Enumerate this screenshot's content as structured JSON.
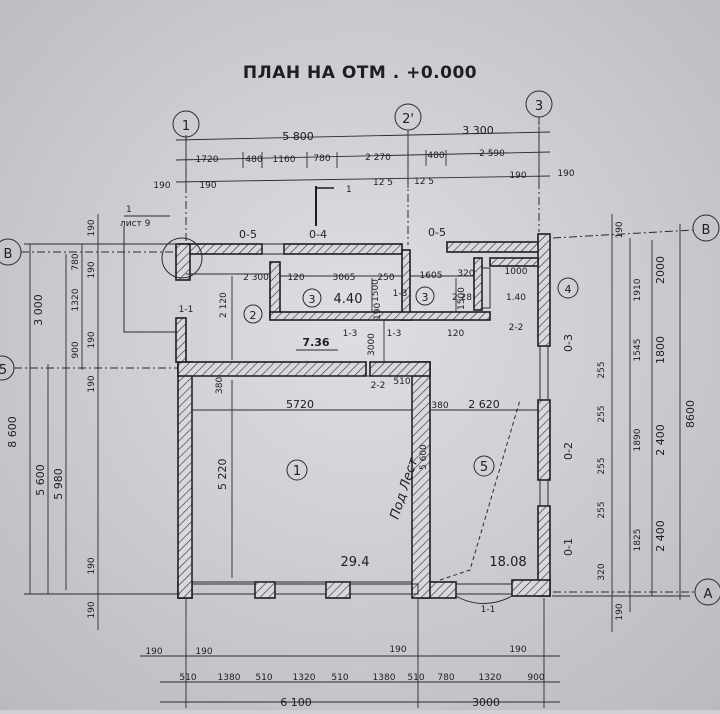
{
  "title": "ПЛАН НА ОТМ . +0.000",
  "axes": {
    "a1": "1",
    "a2": "2'",
    "a3": "3",
    "aB": "B",
    "aA": "A",
    "a5": "5"
  },
  "top_dims": {
    "overall_left": "5 800",
    "overall_right": "3 300",
    "d1": "1720",
    "d2": "480",
    "d3": "1160",
    "d4": "780",
    "d5": "2 270",
    "d6": "480",
    "d7": "2 590",
    "w190a": "190",
    "w190b": "190",
    "w125a": "12 5",
    "w125b": "12 5",
    "w190c": "190",
    "w190d": "190",
    "section": "1",
    "sheet_ref": "лист 9"
  },
  "rooms": {
    "r1": "1",
    "r1_area": "29.4",
    "r2": "2",
    "r3a": "3",
    "r3a_area": "4.40",
    "r3b": "3",
    "r3b_area": "2.28",
    "r4": "4",
    "r4_area": "1.40",
    "r5": "5",
    "r5_area": "18.08",
    "mark": "7.36"
  },
  "inner_dims": {
    "i2300": "2 300",
    "i120": "120",
    "i3065": "3065",
    "i250": "250",
    "i1605": "1605",
    "i320": "320",
    "i1000": "1000",
    "i2120": "2 120",
    "i1500": "1500",
    "i3000": "3000",
    "i190": "190",
    "i120b": "120",
    "i5720": "5720",
    "i2620": "2 620",
    "i5220": "5 220",
    "i5600": "5 600",
    "i380a": "380",
    "i380b": "380",
    "i510": "510"
  },
  "openings": {
    "o5a": "0-5",
    "o4": "0-4",
    "o5b": "0-5",
    "o3": "0-3",
    "o2": "0-2",
    "o1": "0-1",
    "s1a": "1-1",
    "s1b": "1-1",
    "s2a": "2-2",
    "s2b": "2-2",
    "s3a": "1-3",
    "s3b": "1-3",
    "s3c": "1-3"
  },
  "left_dims": {
    "l8600": "8 600",
    "l5600": "5 600",
    "l5980": "5 980",
    "l3000": "3 000",
    "l190a": "190",
    "l780": "780",
    "l190b": "190",
    "l1320": "1320",
    "l900": "900",
    "l190c": "190",
    "l190d": "190",
    "l190e": "190",
    "l190f": "190"
  },
  "right_dims": {
    "r8600": "8600",
    "r2000": "2000",
    "r1800": "1800",
    "r2400a": "2 400",
    "r2400b": "2 400",
    "r190a": "190",
    "r1910": "1910",
    "r1545": "1545",
    "r1890": "1890",
    "r1825": "1825",
    "r190b": "190",
    "r255a": "255",
    "r255b": "255",
    "r255c": "255",
    "r255d": "255",
    "r320": "320"
  },
  "bottom_dims": {
    "b190a": "190",
    "b190b": "190",
    "b190c": "190",
    "b190d": "190",
    "b510a": "510",
    "b1380a": "1380",
    "b510b": "510",
    "b1320a": "1320",
    "b510c": "510",
    "b1380b": "1380",
    "b510d": "510",
    "b780": "780",
    "b1320b": "1320",
    "b900": "900",
    "b6100": "6 100",
    "b3000": "3000"
  },
  "handwriting": "Под Лест"
}
